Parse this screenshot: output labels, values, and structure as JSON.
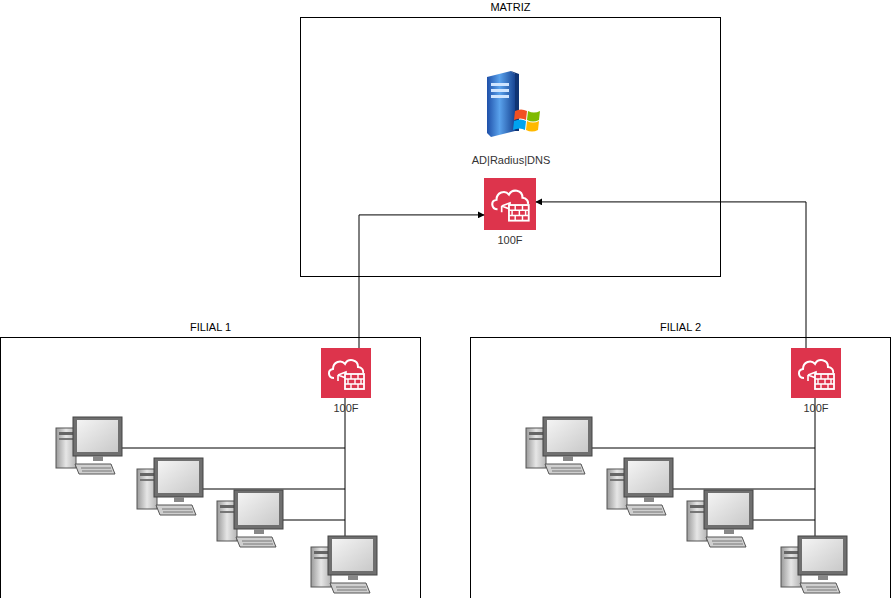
{
  "diagram": {
    "nodes": [
      {
        "text": [
          "MATRIZ"
        ]
      },
      {
        "text": [
          "AD|Radius|DNS"
        ],
        "in": 0
      },
      {
        "text": [
          "100F"
        ],
        "in": 0
      },
      {
        "text": [
          "FILIAL 1"
        ]
      },
      {
        "text": [
          "100F"
        ],
        "in": 3
      },
      {
        "text": [
          "FILIAL 2"
        ]
      },
      {
        "text": [
          "100F"
        ],
        "in": 5
      }
    ],
    "edges": [
      {
        "from": 4,
        "to": 2,
        "arrow": "to"
      },
      {
        "from": 6,
        "to": 2,
        "arrow": "to"
      }
    ]
  }
}
